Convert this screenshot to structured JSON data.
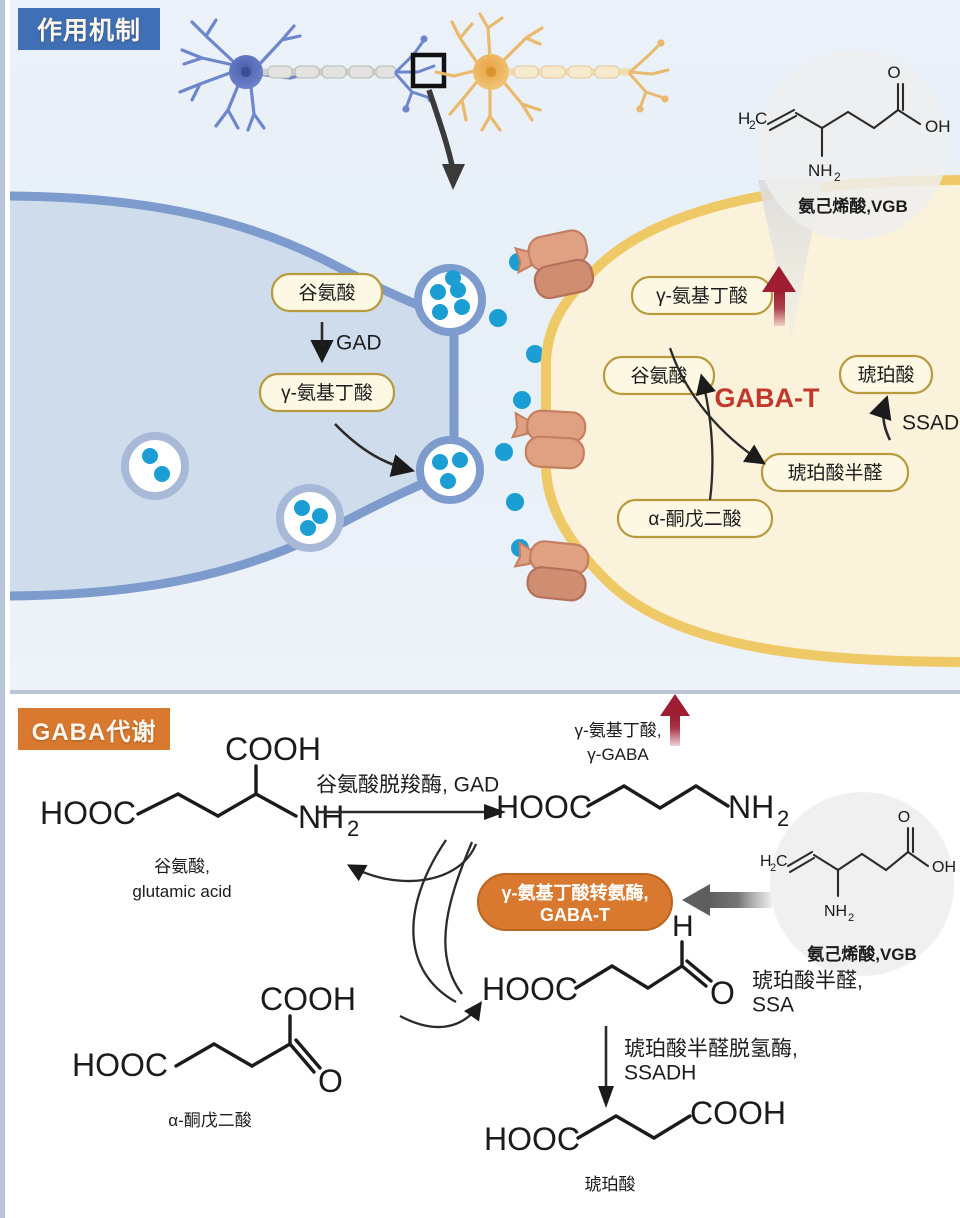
{
  "panels": {
    "top": {
      "badge": "作用机制",
      "presynaptic": {
        "glutamate": "谷氨酸",
        "enzyme_gad": "GAD",
        "gaba": "γ-氨基丁酸"
      },
      "postsynaptic": {
        "gaba": "γ-氨基丁酸",
        "glutamate": "谷氨酸",
        "gaba_t": "GABA-T",
        "succinate": "琥珀酸",
        "enzyme_ssadh": "SSADH",
        "ssa": "琥珀酸半醛",
        "ketoglutarate": "α-酮戊二酸"
      },
      "inset": {
        "molecule_label": "氨己烯酸,VGB",
        "atoms": {
          "h2c": "H",
          "h2c_sub": "2",
          "h2c_c": "C",
          "nh2": "NH",
          "nh2_sub": "2",
          "oh": "OH",
          "o": "O"
        }
      }
    },
    "bottom": {
      "badge": "GABA代谢",
      "glutamate": {
        "name_cn": "谷氨酸,",
        "name_en": "glutamic acid",
        "hooc": "HOOC",
        "cooh": "COOH",
        "nh2": "NH",
        "nh2_sub": "2"
      },
      "gad_step": {
        "label": "谷氨酸脱羧酶, GAD"
      },
      "gaba": {
        "name_cn": "γ-氨基丁酸,",
        "name_en": "γ-GABA",
        "hooc": "HOOC",
        "nh2": "NH",
        "nh2_sub": "2"
      },
      "gaba_t_box": {
        "line1": "γ-氨基丁酸转氨酶,",
        "line2": "GABA-T"
      },
      "ssa": {
        "name_cn": "琥珀酸半醛,",
        "name_en": "SSA",
        "hooc": "HOOC",
        "h": "H",
        "o": "O"
      },
      "ssadh_step": {
        "line1": "琥珀酸半醛脱氢酶,",
        "line2": "SSADH"
      },
      "succinate": {
        "name_cn": "琥珀酸",
        "hooc": "HOOC",
        "cooh": "COOH"
      },
      "ketoglutarate": {
        "name_cn": "α-酮戊二酸",
        "hooc": "HOOC",
        "cooh": "COOH",
        "o": "O"
      },
      "vgb": {
        "label": "氨己烯酸,VGB",
        "h2c": "H",
        "h2c_sub": "2",
        "h2c_c": "C",
        "nh2": "NH",
        "nh2_sub": "2",
        "oh": "OH",
        "o": "O"
      }
    }
  },
  "colors": {
    "top_badge": "#3f6fb5",
    "bottom_badge": "#d8792f",
    "presynaptic_fill": "#cfdceb",
    "presynaptic_border": "#7e9bcd",
    "postsynaptic_fill": "#fbf2dc",
    "postsynaptic_border": "#f0c967",
    "vesicle_dot": "#1a9ed4",
    "receptor": "#e0a183",
    "pill_fill": "#fdf8e3",
    "pill_border": "#b89a3e",
    "gaba_t_red": "#c0392b",
    "red_arrow": "#a01f33",
    "neuron_blue": "#5f7bc4",
    "neuron_orange": "#e8b96a",
    "page_border": "#b9c4d6"
  }
}
